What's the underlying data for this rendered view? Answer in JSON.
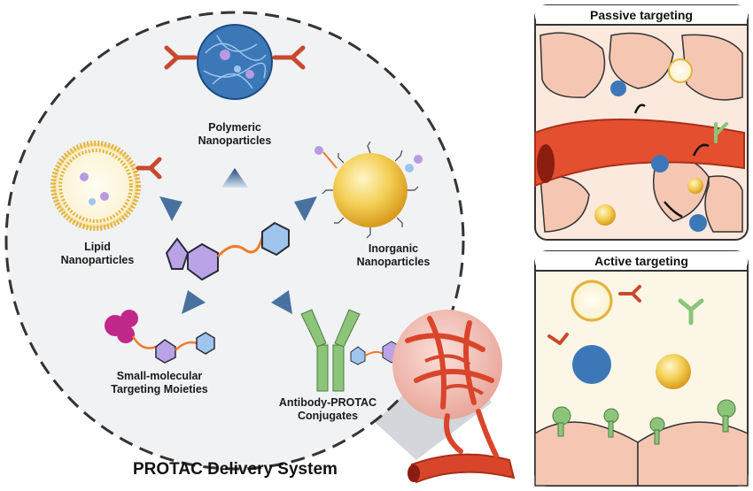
{
  "figure": {
    "main_title": "PROTAC Delivery System",
    "center_labels": {
      "polymeric": [
        "Polymeric",
        "Nanoparticles"
      ],
      "lipid": [
        "Lipid",
        "Nanoparticles"
      ],
      "inorganic": [
        "Inorganic",
        "Nanoparticles"
      ],
      "small_molecular": [
        "Small-molecular",
        "Targeting Moieties"
      ],
      "antibody": [
        "Antibody-PROTAC",
        "Conjugates"
      ]
    },
    "panels": {
      "passive": "Passive targeting",
      "active": "Active targeting"
    }
  },
  "colors": {
    "antibody_red": "#c84a2e",
    "polymer_blue": "#2f6fb0",
    "gold": "#f2c84a",
    "lipid_yellow": "#e9c04a",
    "purple": "#9b7fd0",
    "light_blue": "#7fb3e0",
    "antibody_green": "#8cc47a",
    "magenta": "#c0288a",
    "orange_linker": "#ef7b2a",
    "cell_pink": "#f2c1ae",
    "vessel_red": "#d9452b",
    "arrow_blue": "#2c5b90"
  }
}
